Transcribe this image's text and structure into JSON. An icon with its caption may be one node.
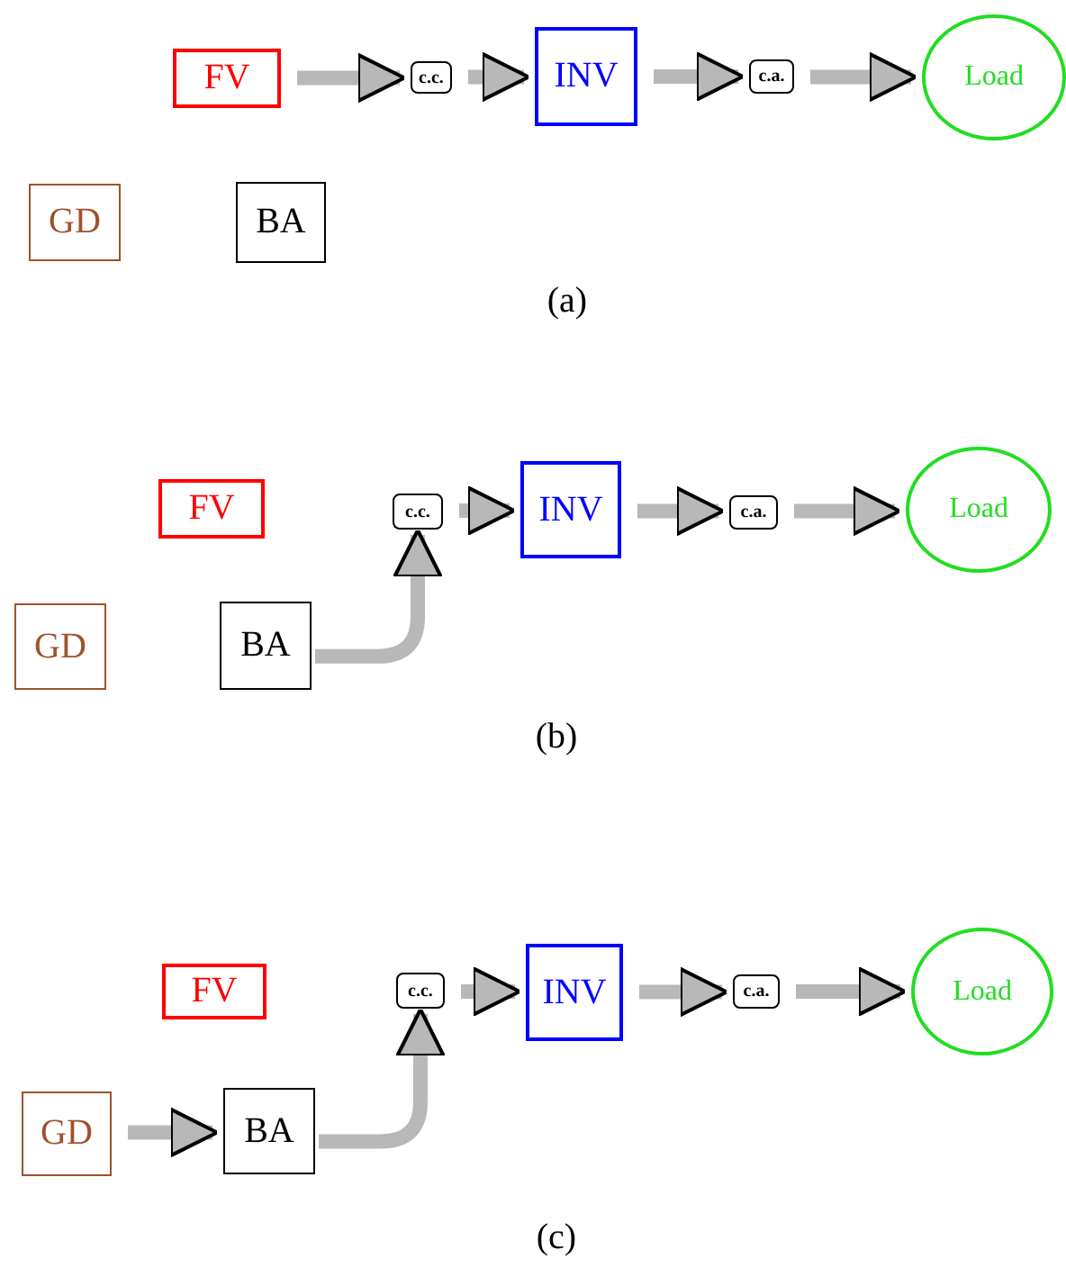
{
  "diagram": {
    "nodes": [
      {
        "text": [
          "FV"
        ]
      },
      {
        "text": [
          "c.c."
        ]
      },
      {
        "text": [
          "INV"
        ]
      },
      {
        "text": [
          "c.a."
        ]
      },
      {
        "text": [
          "Load"
        ]
      },
      {
        "text": [
          "GD"
        ]
      },
      {
        "text": [
          "BA"
        ]
      },
      {
        "text": [
          "FV"
        ]
      },
      {
        "text": [
          "c.c."
        ]
      },
      {
        "text": [
          "INV"
        ]
      },
      {
        "text": [
          "c.a."
        ]
      },
      {
        "text": [
          "Load"
        ]
      },
      {
        "text": [
          "GD"
        ]
      },
      {
        "text": [
          "BA"
        ]
      },
      {
        "text": [
          "FV"
        ]
      },
      {
        "text": [
          "c.c."
        ]
      },
      {
        "text": [
          "INV"
        ]
      },
      {
        "text": [
          "c.a."
        ]
      },
      {
        "text": [
          "Load"
        ]
      },
      {
        "text": [
          "GD"
        ]
      },
      {
        "text": [
          "BA"
        ]
      }
    ],
    "edges": [
      {
        "from": 0,
        "to": 1,
        "arrow": "to"
      },
      {
        "from": 1,
        "to": 2,
        "arrow": "to"
      },
      {
        "from": 2,
        "to": 3,
        "arrow": "to"
      },
      {
        "from": 3,
        "to": 4,
        "arrow": "to"
      },
      {
        "from": 13,
        "to": 8,
        "arrow": "to"
      },
      {
        "from": 8,
        "to": 9,
        "arrow": "to"
      },
      {
        "from": 9,
        "to": 10,
        "arrow": "to"
      },
      {
        "from": 10,
        "to": 11,
        "arrow": "to"
      },
      {
        "from": 19,
        "to": 20,
        "arrow": "to"
      },
      {
        "from": 20,
        "to": 15,
        "arrow": "to"
      },
      {
        "from": 15,
        "to": 16,
        "arrow": "to"
      },
      {
        "from": 16,
        "to": 17,
        "arrow": "to"
      },
      {
        "from": 17,
        "to": 18,
        "arrow": "to"
      }
    ],
    "labels": [
      "(a)",
      "(b)",
      "(c)"
    ]
  }
}
